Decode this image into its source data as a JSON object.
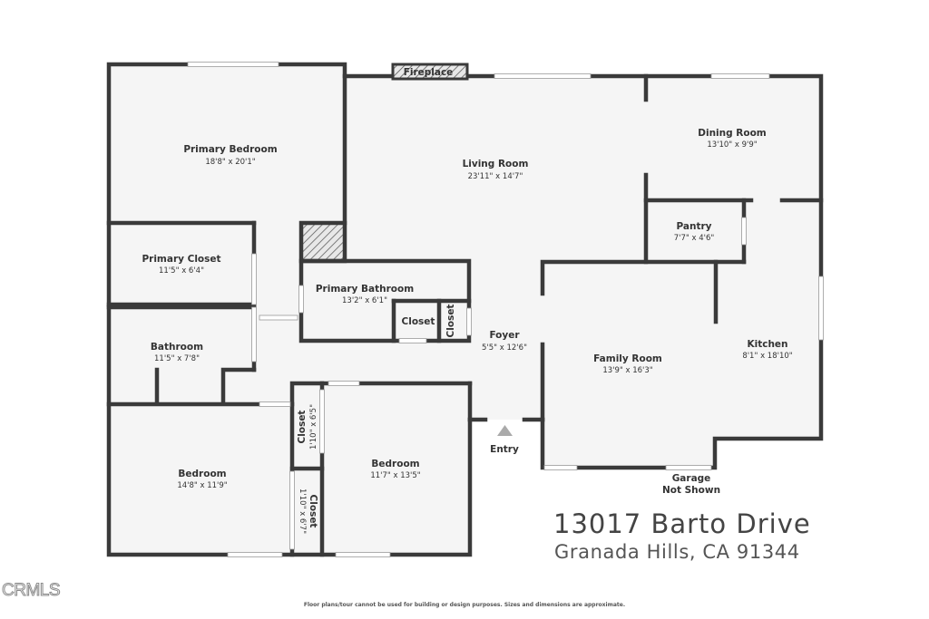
{
  "colors": {
    "wall": "#3a3a3a",
    "floor": "#f5f5f5",
    "text": "#333333"
  },
  "rooms": {
    "primary_bedroom": {
      "name": "Primary Bedroom",
      "dims": "18'8\" x 20'1\""
    },
    "living_room": {
      "name": "Living Room",
      "dims": "23'11\" x 14'7\""
    },
    "dining_room": {
      "name": "Dining Room",
      "dims": "13'10\" x 9'9\""
    },
    "pantry": {
      "name": "Pantry",
      "dims": "7'7\" x 4'6\""
    },
    "primary_closet": {
      "name": "Primary Closet",
      "dims": "11'5\" x 6'4\""
    },
    "primary_bathroom": {
      "name": "Primary Bathroom",
      "dims": "13'2\" x 6'1\""
    },
    "closet_a": {
      "name": "Closet"
    },
    "closet_b": {
      "name": "Closet"
    },
    "foyer": {
      "name": "Foyer",
      "dims": "5'5\" x 12'6\""
    },
    "bathroom": {
      "name": "Bathroom",
      "dims": "11'5\" x 7'8\""
    },
    "family_room": {
      "name": "Family Room",
      "dims": "13'9\" x 16'3\""
    },
    "kitchen": {
      "name": "Kitchen",
      "dims": "8'1\" x 18'10\""
    },
    "closet_c": {
      "name": "Closet",
      "dims": "1'10\" x 6'5\""
    },
    "closet_d": {
      "name": "Closet",
      "dims": "1'10\" x 6'7\""
    },
    "bedroom_1": {
      "name": "Bedroom",
      "dims": "14'8\" x 11'9\""
    },
    "bedroom_2": {
      "name": "Bedroom",
      "dims": "11'7\" x 13'5\""
    }
  },
  "labels": {
    "fireplace": "Fireplace",
    "entry": "Entry",
    "garage_line1": "Garage",
    "garage_line2": "Not Shown"
  },
  "address": {
    "line1": "13017 Barto Drive",
    "line2": "Granada Hills, CA 91344"
  },
  "disclaimer": "Floor plans/tour cannot be used for building or design purposes. Sizes and dimensions are approximate.",
  "logo": "CRMLS"
}
